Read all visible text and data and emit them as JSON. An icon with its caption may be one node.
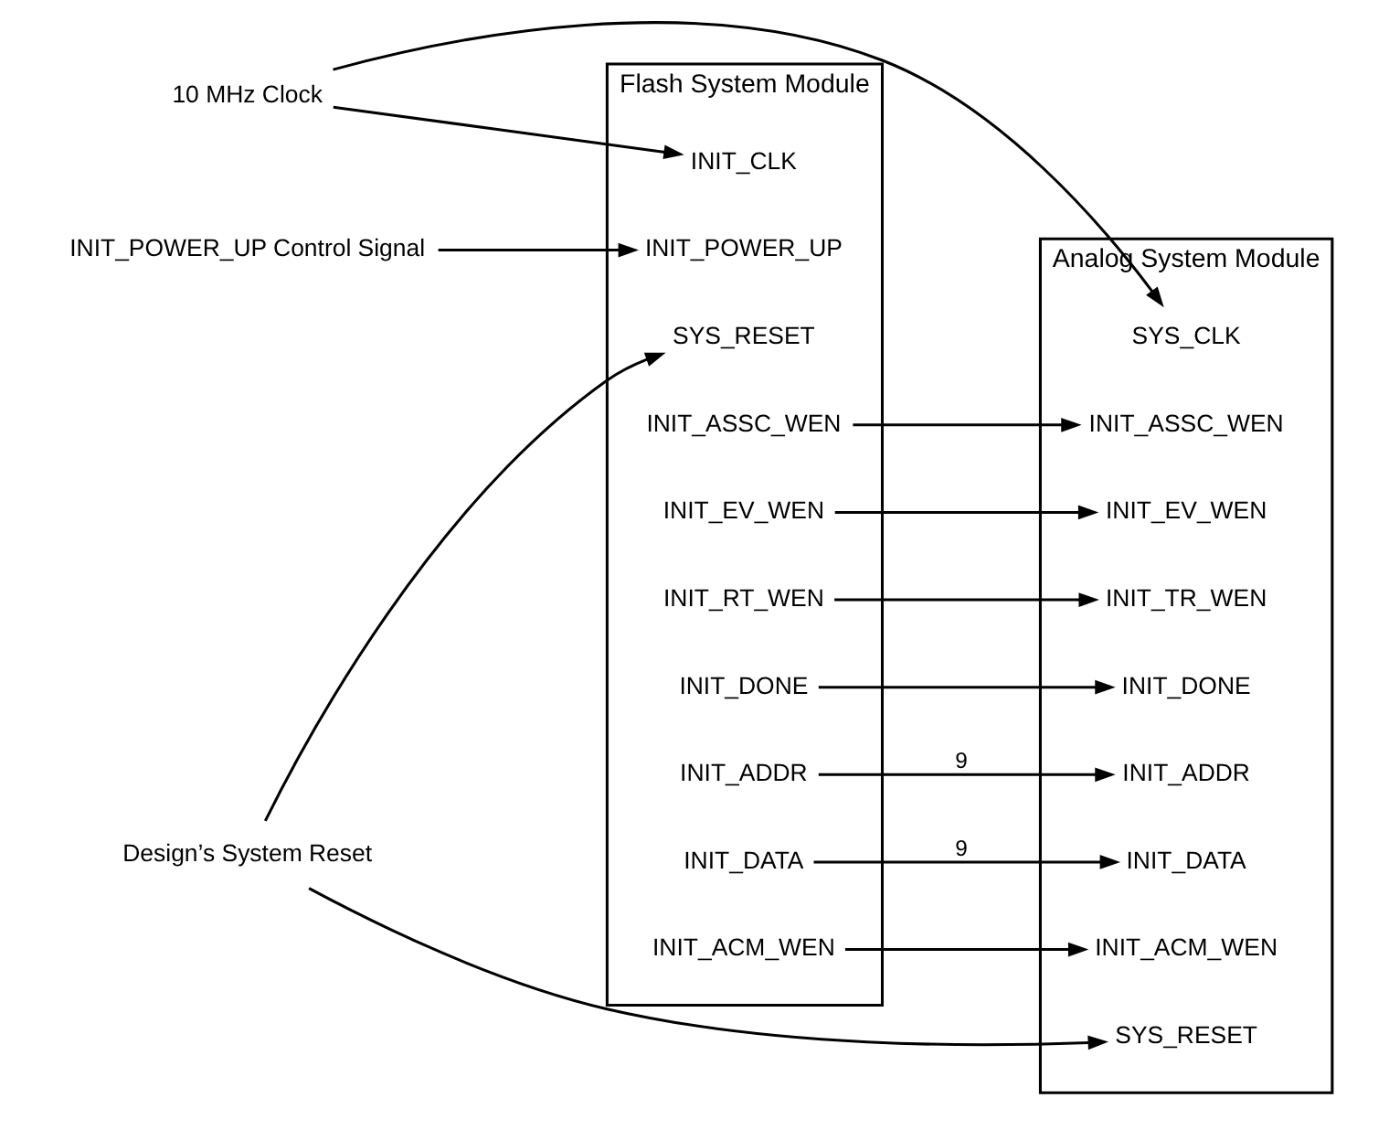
{
  "diagram": {
    "nodes": [
      {
        "text": [
          "Design’s System Reset"
        ]
      },
      {
        "text": [
          "10 MHz Clock"
        ]
      },
      {
        "text": [
          "INIT_POWER_UP Control Signal"
        ]
      },
      {
        "text": [
          "Flash System Module"
        ]
      },
      {
        "text": [
          "SYS_RESET"
        ],
        "in": 3
      },
      {
        "text": [
          "INIT_CLK"
        ],
        "in": 3
      },
      {
        "text": [
          "INIT_POWER_UP"
        ],
        "in": 3
      },
      {
        "text": [
          "INIT_ADDR"
        ],
        "in": 3
      },
      {
        "text": [
          "INIT_DATA"
        ],
        "in": 3
      },
      {
        "text": [
          "INIT_ACM_WEN"
        ],
        "in": 3
      },
      {
        "text": [
          "INIT_ASSC_WEN"
        ],
        "in": 3
      },
      {
        "text": [
          "INIT_EV_WEN"
        ],
        "in": 3
      },
      {
        "text": [
          "INIT_RT_WEN"
        ],
        "in": 3
      },
      {
        "text": [
          "INIT_DONE"
        ],
        "in": 3
      },
      {
        "text": [
          "Analog System Module"
        ]
      },
      {
        "text": [
          "SYS_RESET"
        ],
        "in": 14
      },
      {
        "text": [
          "SYS_CLK"
        ],
        "in": 14
      },
      {
        "text": [
          "INIT_ADDR"
        ],
        "in": 14
      },
      {
        "text": [
          "INIT_DATA"
        ],
        "in": 14
      },
      {
        "text": [
          "INIT_ACM_WEN"
        ],
        "in": 14
      },
      {
        "text": [
          "INIT_ASSC_WEN"
        ],
        "in": 14
      },
      {
        "text": [
          "INIT_EV_WEN"
        ],
        "in": 14
      },
      {
        "text": [
          "INIT_TR_WEN"
        ],
        "in": 14
      },
      {
        "text": [
          "INIT_DONE"
        ],
        "in": 14
      }
    ],
    "edges": [
      {
        "from": 0,
        "to": 4,
        "arrow": "to"
      },
      {
        "from": 0,
        "to": 15,
        "arrow": "to"
      },
      {
        "from": 1,
        "to": 5,
        "arrow": "to"
      },
      {
        "from": 1,
        "to": 16,
        "arrow": "to"
      },
      {
        "from": 2,
        "to": 6,
        "arrow": "to"
      },
      {
        "from": 7,
        "to": 17,
        "arrow": "to",
        "label": "9"
      },
      {
        "from": 8,
        "to": 18,
        "arrow": "to",
        "label": "9"
      },
      {
        "from": 9,
        "to": 19,
        "arrow": "to"
      },
      {
        "from": 10,
        "to": 20,
        "arrow": "to"
      },
      {
        "from": 11,
        "to": 21,
        "arrow": "to"
      },
      {
        "from": 12,
        "to": 22,
        "arrow": "to"
      },
      {
        "from": 13,
        "to": 23,
        "arrow": "to"
      }
    ]
  }
}
